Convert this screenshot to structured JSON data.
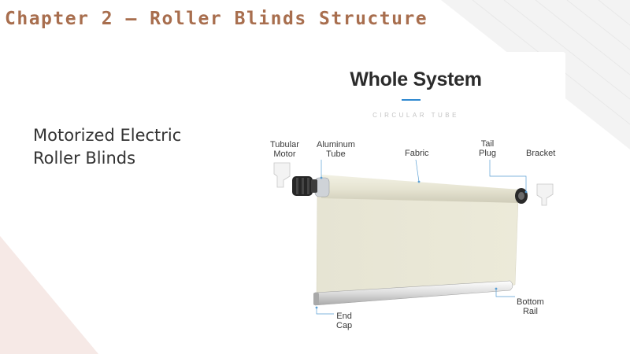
{
  "slide": {
    "title": "Chapter 2 – Roller Blinds Structure",
    "subtitle_lines": [
      "Motorized Electric",
      "Roller Blinds"
    ]
  },
  "figure": {
    "title": "Whole System",
    "subtitle": "CIRCULAR TUBE",
    "labels": {
      "tubular_motor": [
        "Tubular",
        "Motor"
      ],
      "aluminum_tube": [
        "Aluminum",
        "Tube"
      ],
      "fabric": "Fabric",
      "tail_plug": [
        "Tail",
        "Plug"
      ],
      "bracket": "Bracket",
      "bottom_rail": [
        "Bottom",
        "Rail"
      ],
      "end_cap": [
        "End",
        "Cap"
      ]
    }
  },
  "colors": {
    "title": "#a86e4e",
    "accent_rule": "#2f89d0",
    "fabric": "#e9e7d7",
    "leader_line": "#5a9fd4"
  }
}
